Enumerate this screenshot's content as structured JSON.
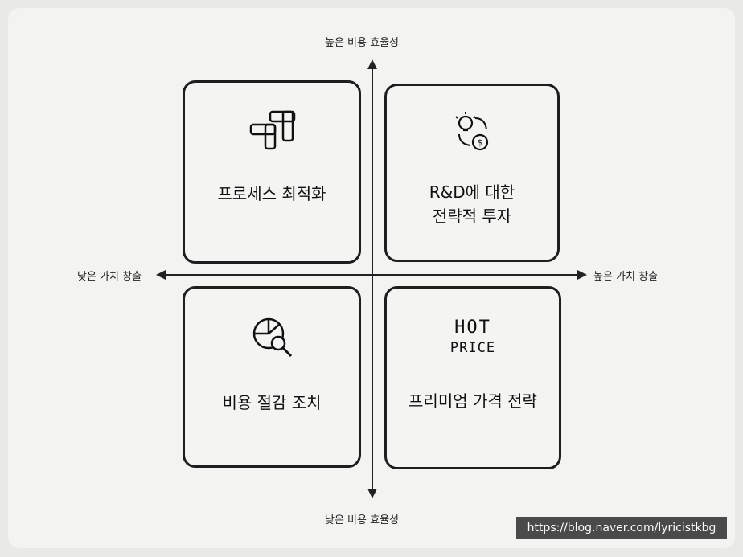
{
  "axes": {
    "top": "높은 비용 효율성",
    "bottom": "낮은 비용 효율성",
    "left": "낮은 가치 창출",
    "right": "높은 가치 창출"
  },
  "quadrants": {
    "top_left": {
      "label": "프로세스 최적화",
      "icon": "process-blocks-icon"
    },
    "top_right": {
      "label_line1": "R&D에 대한",
      "label_line2": "전략적 투자",
      "icon": "idea-investment-icon"
    },
    "bottom_left": {
      "label": "비용 절감 조치",
      "icon": "pie-chart-search-icon"
    },
    "bottom_right": {
      "label": "프리미엄 가격 전략",
      "hot_line1": "HOT",
      "hot_line2": "PRICE",
      "icon": "hot-price-icon"
    }
  },
  "watermark": "https://blog.naver.com/lyricistkbg"
}
